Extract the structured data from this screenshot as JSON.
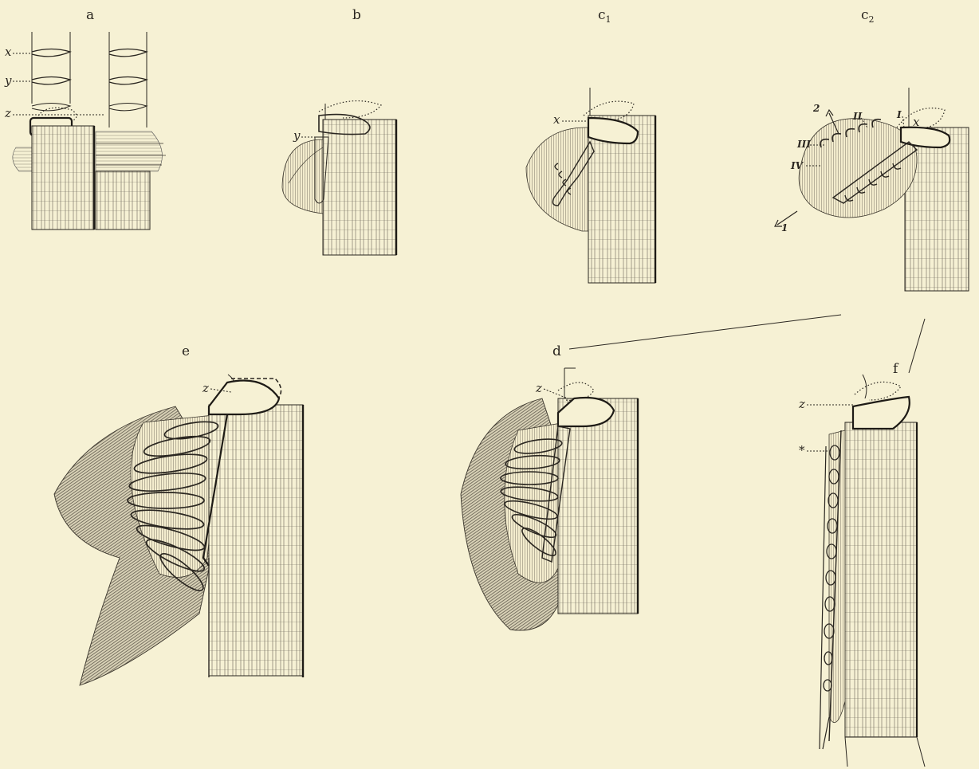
{
  "panels": {
    "a": {
      "label": "a",
      "marks": [
        "x",
        "y",
        "z"
      ]
    },
    "b": {
      "label": "b",
      "marks": [
        "y"
      ]
    },
    "c1": {
      "label": "c",
      "subscript": "1",
      "marks": [
        "x"
      ]
    },
    "c2": {
      "label": "c",
      "subscript": "2",
      "marks": [
        "2",
        "II",
        "I",
        "x",
        "III",
        "IV",
        "1"
      ]
    },
    "d": {
      "label": "d",
      "marks": [
        "z"
      ]
    },
    "e": {
      "label": "e",
      "marks": [
        "z"
      ]
    },
    "f": {
      "label": "f",
      "marks": [
        "z",
        "*"
      ]
    }
  }
}
